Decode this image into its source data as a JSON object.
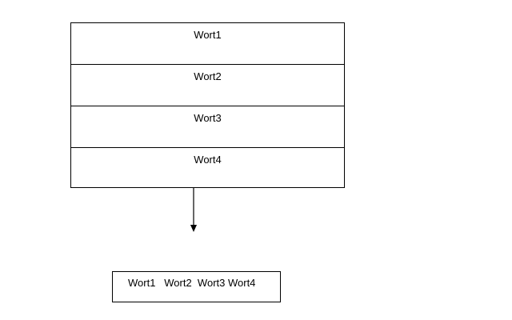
{
  "stack": {
    "words": [
      "Wort1",
      "Wort2",
      "Wort3",
      "Wort4"
    ]
  },
  "result": {
    "text": "Wort1   Wort2  Wort3 Wort4"
  },
  "colors": {
    "line": "#000000",
    "background": "#ffffff"
  }
}
